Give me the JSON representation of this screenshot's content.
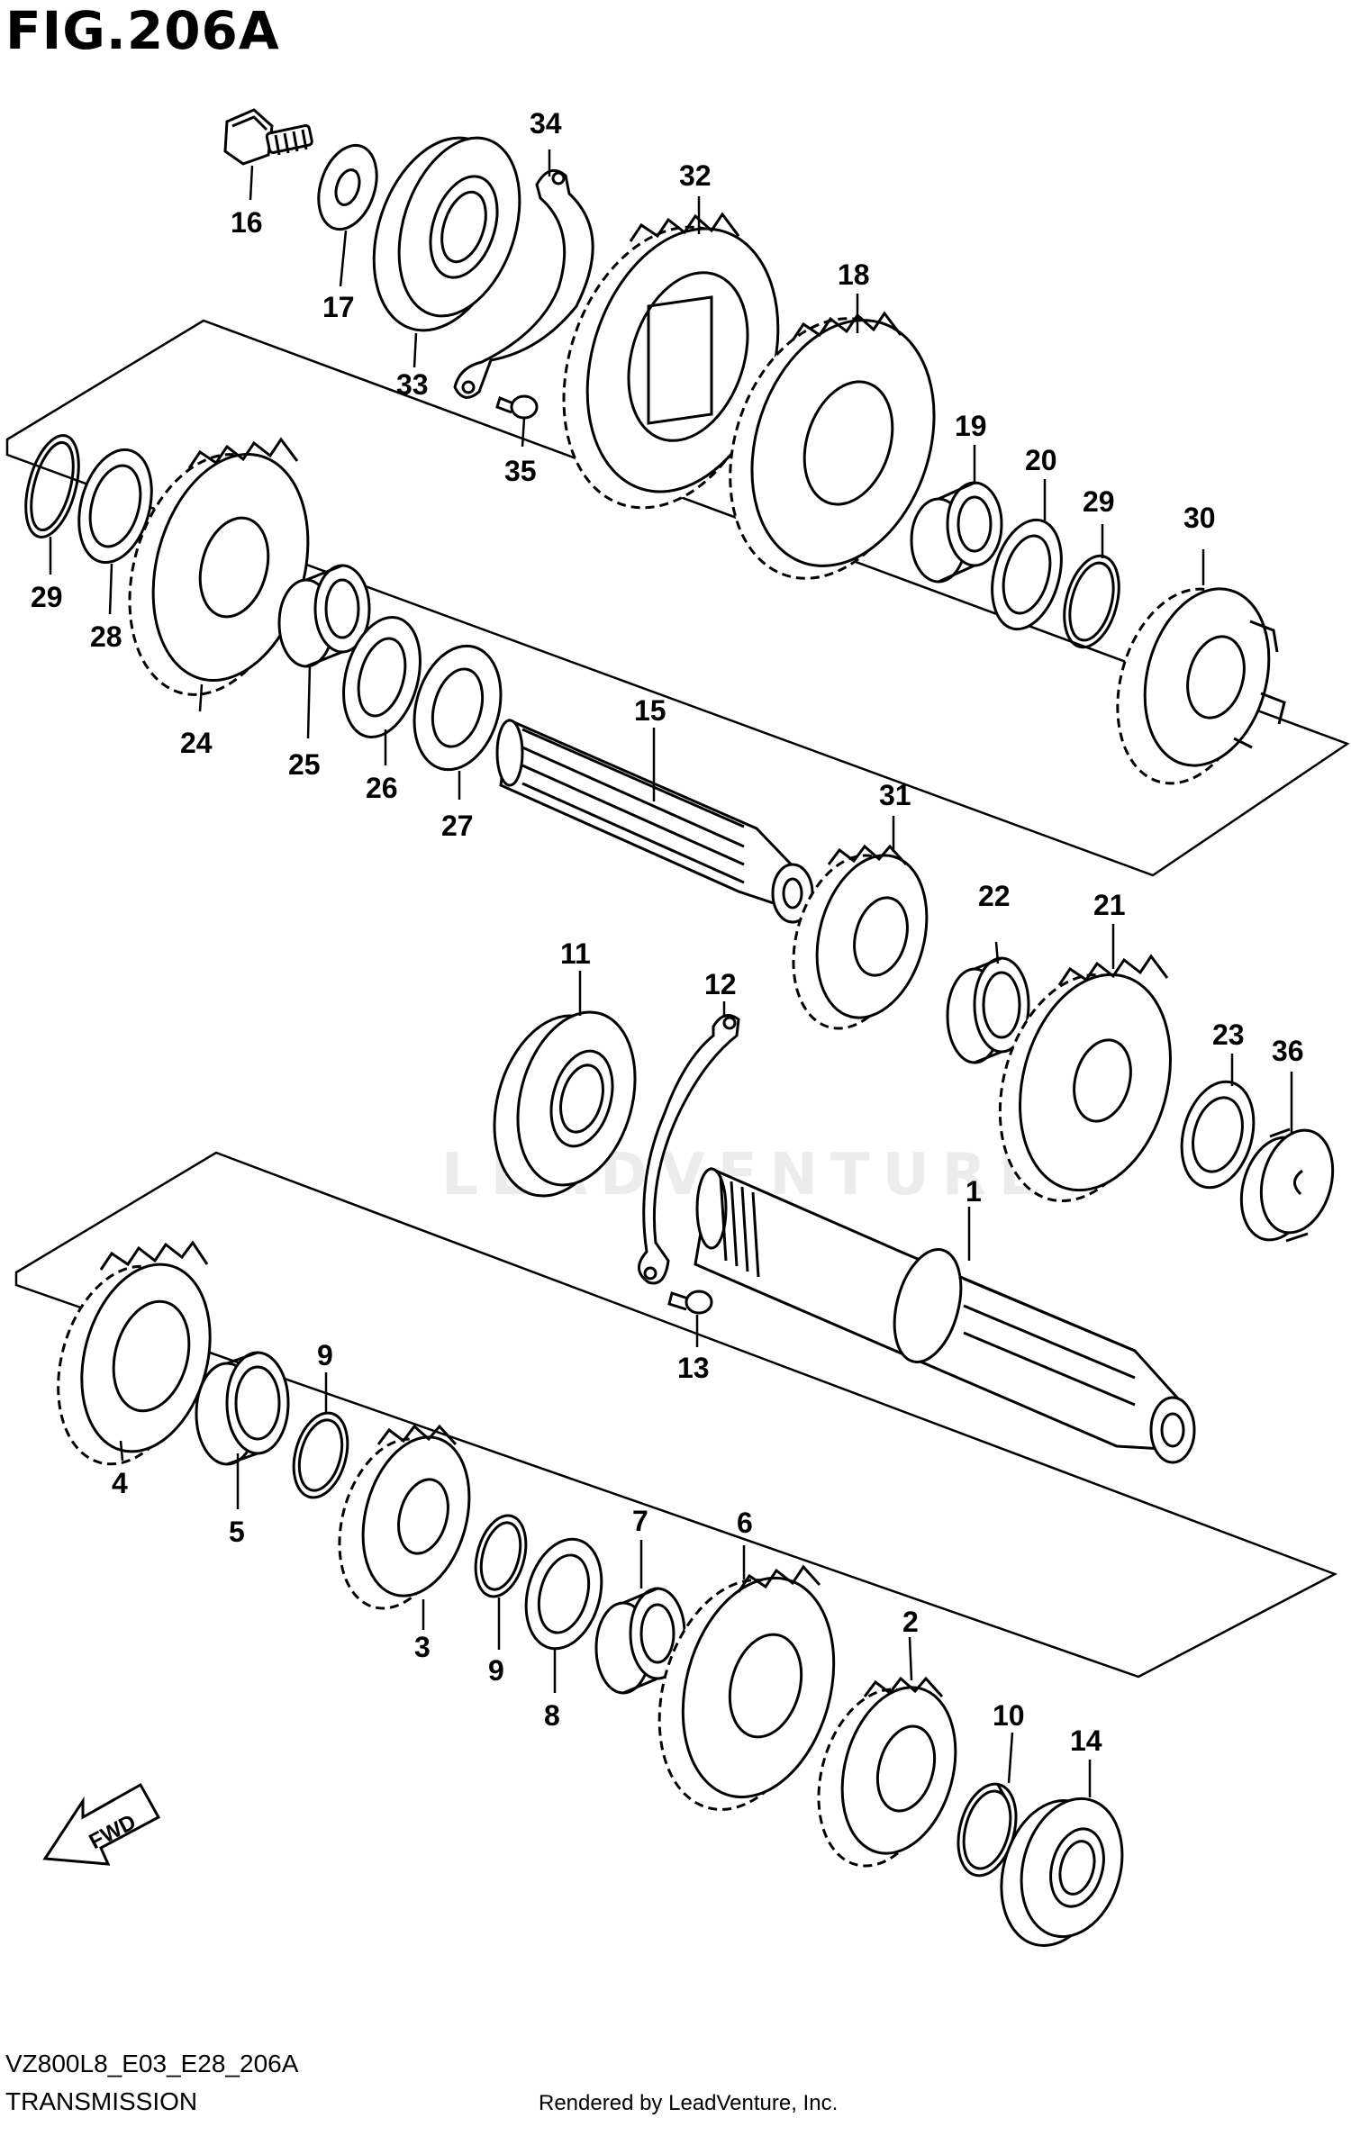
{
  "figure": {
    "title": "FIG.206A",
    "code": "VZ800L8_E03_E28_206A",
    "subtitle": "TRANSMISSION",
    "footer": "Rendered by LeadVenture, Inc.",
    "watermark": "LEADVENTURE",
    "fwd_label": "FWD"
  },
  "callouts": {
    "p1": "1",
    "p2": "2",
    "p3": "3",
    "p4": "4",
    "p5": "5",
    "p6": "6",
    "p7": "7",
    "p8": "8",
    "p9a": "9",
    "p9b": "9",
    "p10": "10",
    "p11": "11",
    "p12": "12",
    "p13": "13",
    "p14": "14",
    "p15": "15",
    "p16": "16",
    "p17": "17",
    "p18": "18",
    "p19": "19",
    "p20": "20",
    "p21": "21",
    "p22": "22",
    "p23": "23",
    "p24": "24",
    "p25": "25",
    "p26": "26",
    "p27": "27",
    "p28": "28",
    "p29a": "29",
    "p29b": "29",
    "p30": "30",
    "p31": "31",
    "p32": "32",
    "p33": "33",
    "p34": "34",
    "p35": "35",
    "p36": "36"
  },
  "colors": {
    "line": "#000000",
    "background": "#ffffff",
    "watermark": "#ececec"
  }
}
